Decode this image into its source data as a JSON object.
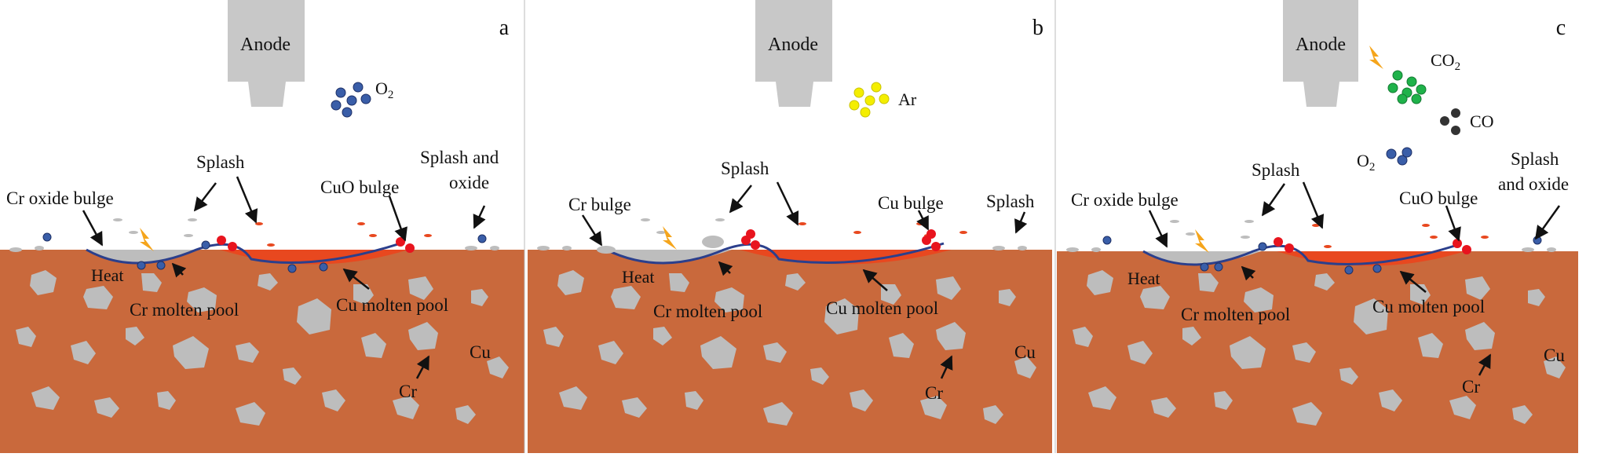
{
  "panels": [
    {
      "letter": "a",
      "anode_label": "Anode",
      "gas": {
        "text": "O",
        "sub": "2",
        "color": "#3a5ea8"
      },
      "gases_extra": [],
      "labels": {
        "left_bulge": "Cr oxide bulge",
        "splash": "Splash",
        "right_bulge": "CuO bulge",
        "edge_line1": "Splash and",
        "edge_line2": "oxide",
        "heat": "Heat",
        "cr_pool": "Cr molten pool",
        "cu_pool": "Cu molten pool",
        "cu": "Cu",
        "cr": "Cr"
      }
    },
    {
      "letter": "b",
      "anode_label": "Anode",
      "gas": {
        "text": "Ar",
        "sub": "",
        "color": "#f4ee00"
      },
      "gases_extra": [],
      "labels": {
        "left_bulge": "Cr bulge",
        "splash": "Splash",
        "right_bulge": "Cu bulge",
        "edge_line1": "Splash",
        "edge_line2": "",
        "heat": "Heat",
        "cr_pool": "Cr molten pool",
        "cu_pool": "Cu molten pool",
        "cu": "Cu",
        "cr": "Cr"
      }
    },
    {
      "letter": "c",
      "anode_label": "Anode",
      "gas": {
        "text": "CO",
        "sub": "2",
        "color": "#1fb24a"
      },
      "gases_extra": [
        {
          "text": "CO",
          "sub": "",
          "color": "#333333"
        },
        {
          "text": "O",
          "sub": "2",
          "color": "#3a5ea8"
        }
      ],
      "labels": {
        "left_bulge": "Cr oxide bulge",
        "splash": "Splash",
        "right_bulge": "CuO bulge",
        "edge_line1": "Splash",
        "edge_line2": "and oxide",
        "heat": "Heat",
        "cr_pool": "Cr molten pool",
        "cu_pool": "Cu molten pool",
        "cu": "Cu",
        "cr": "Cr"
      }
    }
  ],
  "colors": {
    "substrate": "#c9693c",
    "particle": "#bdbdbd",
    "anode": "#c8c8c8",
    "pool_red": "#e8481f",
    "pool_line": "#2b3f8c",
    "bulge_red": "#e8141e",
    "heat": "#f5a51c"
  }
}
